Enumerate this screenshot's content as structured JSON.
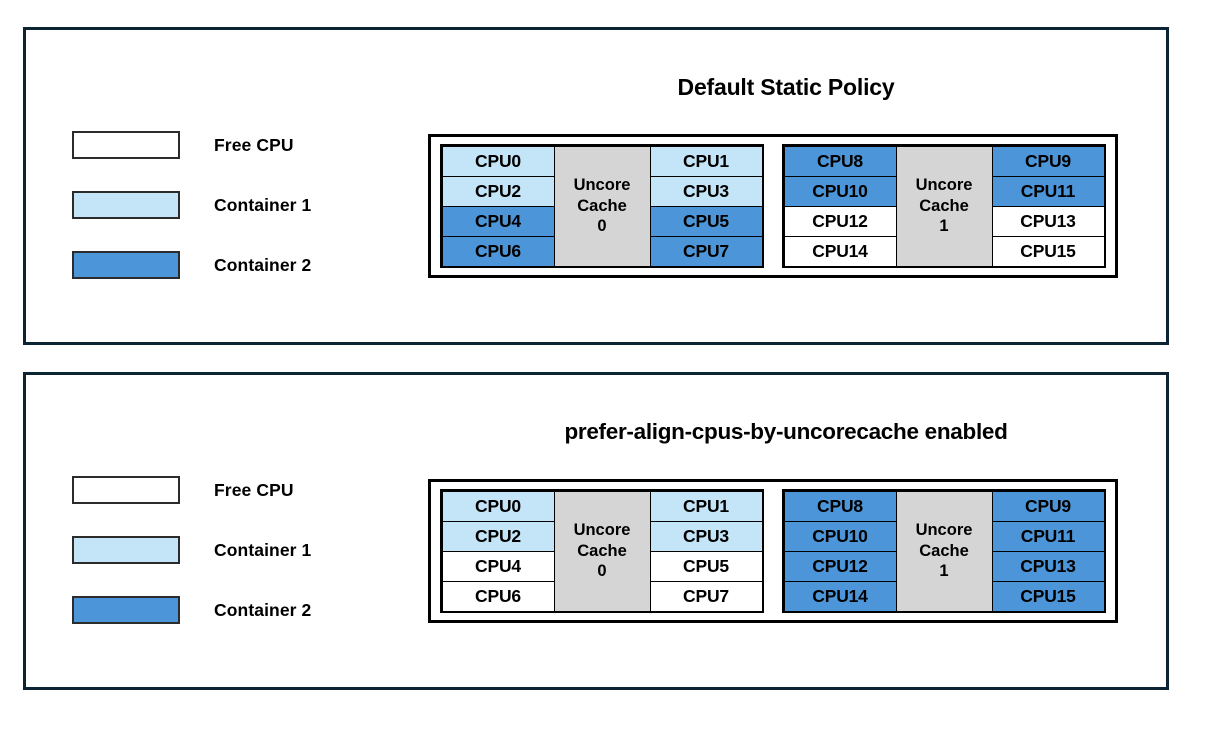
{
  "colors": {
    "free_cpu": "#ffffff",
    "container1": "#c3e5f7",
    "container2": "#4d95d9",
    "cache": "#d5d5d5",
    "panel_border": "#0c2433",
    "diagram_border": "#000000"
  },
  "legend": {
    "items": [
      {
        "label": "Free CPU",
        "fill": "free"
      },
      {
        "label": "Container 1",
        "fill": "c1"
      },
      {
        "label": "Container 2",
        "fill": "c2"
      }
    ]
  },
  "panels": [
    {
      "id": "default",
      "title": "Default Static Policy",
      "legend_items": [
        {
          "label": "Free CPU",
          "fill": "free"
        },
        {
          "label": "Container 1",
          "fill": "c1"
        },
        {
          "label": "Container 2",
          "fill": "c2"
        }
      ],
      "sockets": [
        {
          "cache_line1": "Uncore",
          "cache_line2": "Cache",
          "cache_line3": "0",
          "left_column": [
            {
              "label": "CPU0",
              "fill": "c1"
            },
            {
              "label": "CPU2",
              "fill": "c1"
            },
            {
              "label": "CPU4",
              "fill": "c2"
            },
            {
              "label": "CPU6",
              "fill": "c2"
            }
          ],
          "right_column": [
            {
              "label": "CPU1",
              "fill": "c1"
            },
            {
              "label": "CPU3",
              "fill": "c1"
            },
            {
              "label": "CPU5",
              "fill": "c2"
            },
            {
              "label": "CPU7",
              "fill": "c2"
            }
          ]
        },
        {
          "cache_line1": "Uncore",
          "cache_line2": "Cache",
          "cache_line3": "1",
          "left_column": [
            {
              "label": "CPU8",
              "fill": "c2"
            },
            {
              "label": "CPU10",
              "fill": "c2"
            },
            {
              "label": "CPU12",
              "fill": "free"
            },
            {
              "label": "CPU14",
              "fill": "free"
            }
          ],
          "right_column": [
            {
              "label": "CPU9",
              "fill": "c2"
            },
            {
              "label": "CPU11",
              "fill": "c2"
            },
            {
              "label": "CPU13",
              "fill": "free"
            },
            {
              "label": "CPU15",
              "fill": "free"
            }
          ]
        }
      ]
    },
    {
      "id": "prefer",
      "title": "prefer-align-cpus-by-uncorecache enabled",
      "legend_items": [
        {
          "label": "Free CPU",
          "fill": "free"
        },
        {
          "label": "Container 1",
          "fill": "c1"
        },
        {
          "label": "Container 2",
          "fill": "c2"
        }
      ],
      "sockets": [
        {
          "cache_line1": "Uncore",
          "cache_line2": "Cache",
          "cache_line3": "0",
          "left_column": [
            {
              "label": "CPU0",
              "fill": "c1"
            },
            {
              "label": "CPU2",
              "fill": "c1"
            },
            {
              "label": "CPU4",
              "fill": "free"
            },
            {
              "label": "CPU6",
              "fill": "free"
            }
          ],
          "right_column": [
            {
              "label": "CPU1",
              "fill": "c1"
            },
            {
              "label": "CPU3",
              "fill": "c1"
            },
            {
              "label": "CPU5",
              "fill": "free"
            },
            {
              "label": "CPU7",
              "fill": "free"
            }
          ]
        },
        {
          "cache_line1": "Uncore",
          "cache_line2": "Cache",
          "cache_line3": "1",
          "left_column": [
            {
              "label": "CPU8",
              "fill": "c2"
            },
            {
              "label": "CPU10",
              "fill": "c2"
            },
            {
              "label": "CPU12",
              "fill": "c2"
            },
            {
              "label": "CPU14",
              "fill": "c2"
            }
          ],
          "right_column": [
            {
              "label": "CPU9",
              "fill": "c2"
            },
            {
              "label": "CPU11",
              "fill": "c2"
            },
            {
              "label": "CPU13",
              "fill": "c2"
            },
            {
              "label": "CPU15",
              "fill": "c2"
            }
          ]
        }
      ]
    }
  ]
}
